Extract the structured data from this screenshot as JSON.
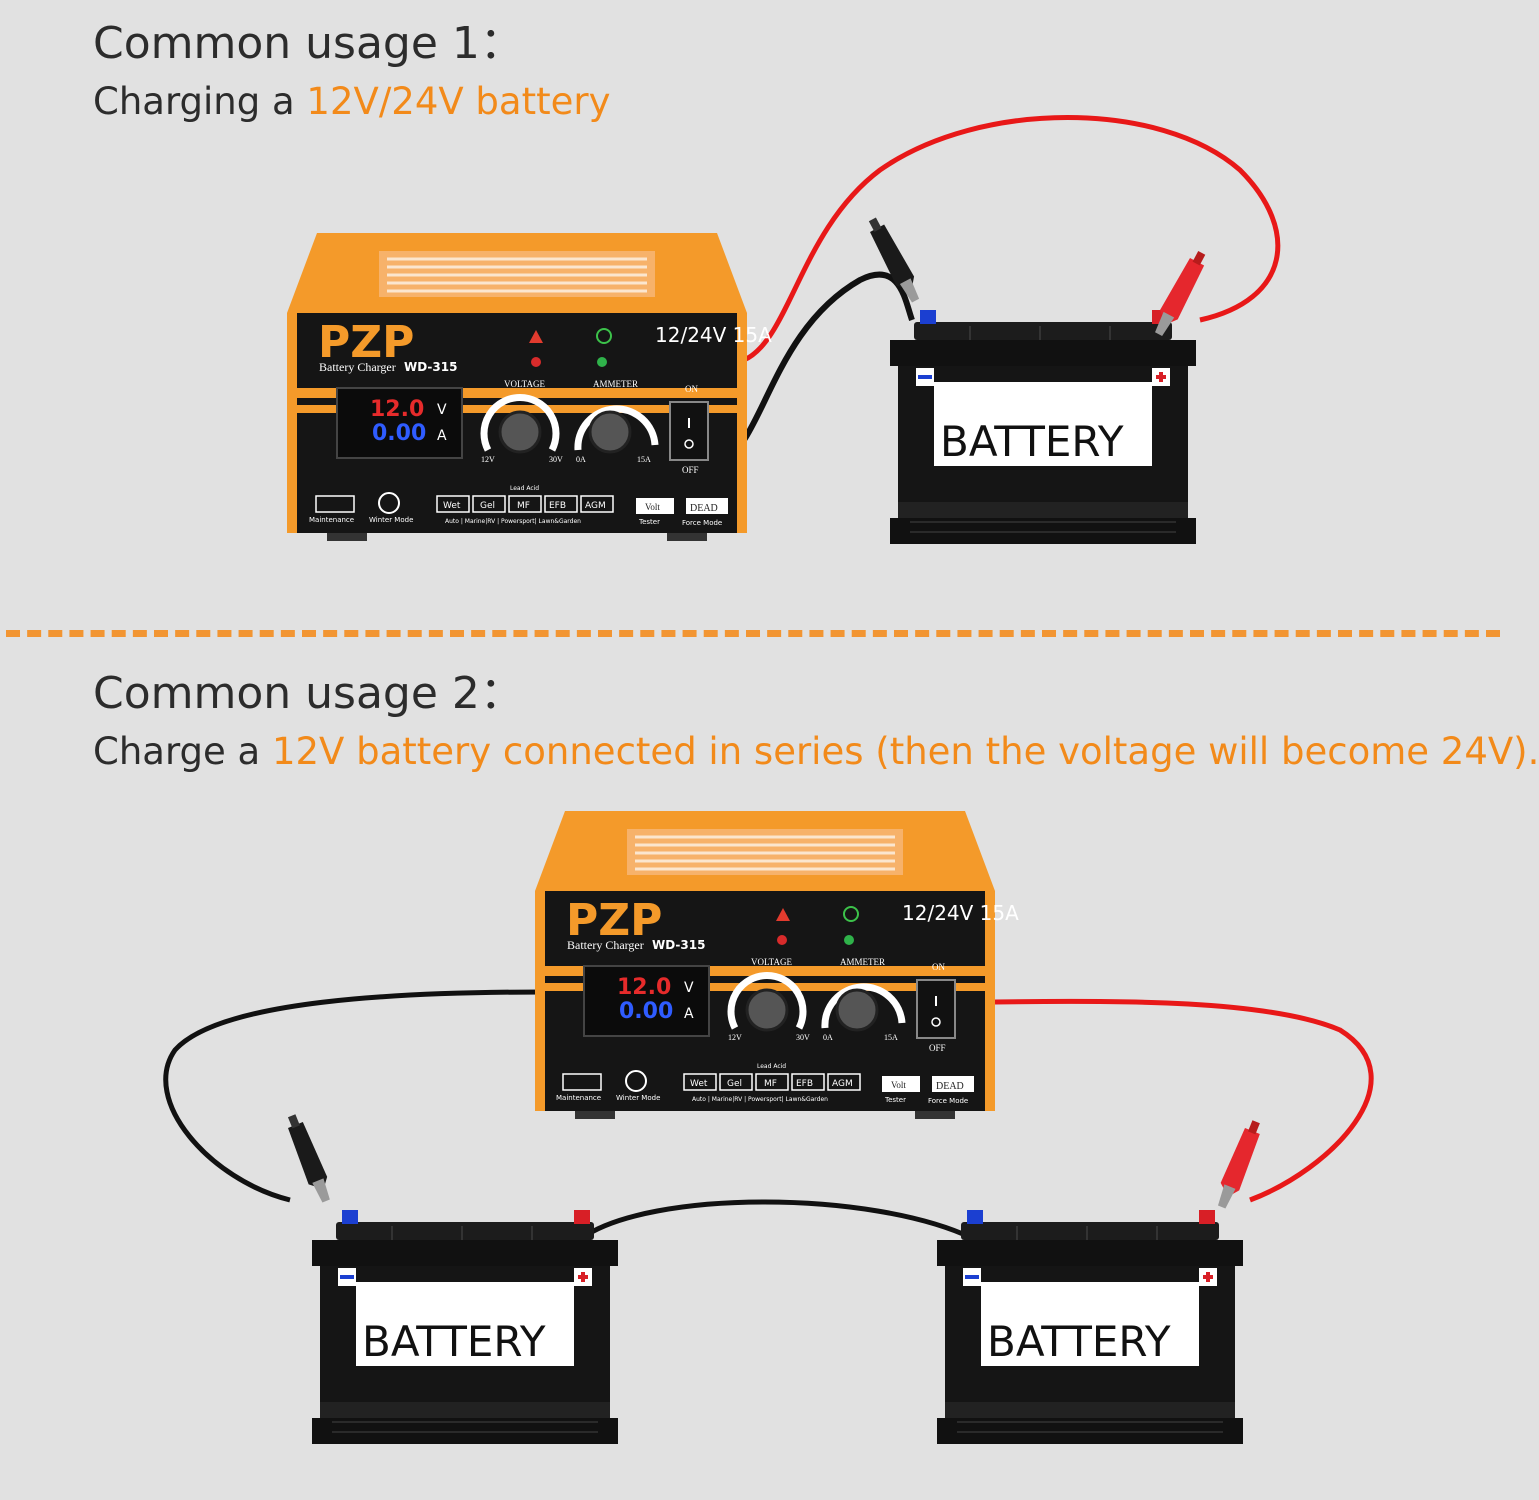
{
  "usage1": {
    "heading": "Common usage 1：",
    "subtitle_prefix": "Charging a ",
    "subtitle_accent": "12V/24V battery"
  },
  "usage2": {
    "heading": "Common usage 2：",
    "subtitle_prefix": "Charge a ",
    "subtitle_accent": "12V battery connected in series (then the voltage will become 24V)."
  },
  "charger": {
    "brand": "PZP",
    "model_prefix": "Battery Charger",
    "model": "WD-315",
    "rating": "12/24V 15A",
    "display_voltage": "12.0",
    "display_voltage_unit": "V",
    "display_current": "0.00",
    "display_current_unit": "A",
    "voltage_label": "VOLTAGE",
    "ammeter_label": "AMMETER",
    "voltage_min": "12V",
    "voltage_max": "30V",
    "current_min": "0A",
    "current_max": "15A",
    "switch_on": "ON",
    "switch_off": "OFF",
    "maintenance": "Maintenance",
    "winter_mode": "Winter Mode",
    "lead_acid": "Lead Acid",
    "modes": [
      "Wet",
      "Gel",
      "MF",
      "EFB",
      "AGM"
    ],
    "applications": "Auto | Marine|RV | Powersport| Lawn&Garden",
    "volt": "Volt",
    "tester": "Tester",
    "dead": "DEAD",
    "force_mode": "Force Mode"
  },
  "battery": {
    "label": "BATTERY",
    "minus": "−",
    "plus": "+"
  },
  "colors": {
    "accent": "#f28a1a",
    "charger_orange": "#f49a2a",
    "red_cable": "#e81818",
    "black_cable": "#111111",
    "negative_terminal": "#1b3fd1",
    "positive_terminal": "#d81f26"
  }
}
